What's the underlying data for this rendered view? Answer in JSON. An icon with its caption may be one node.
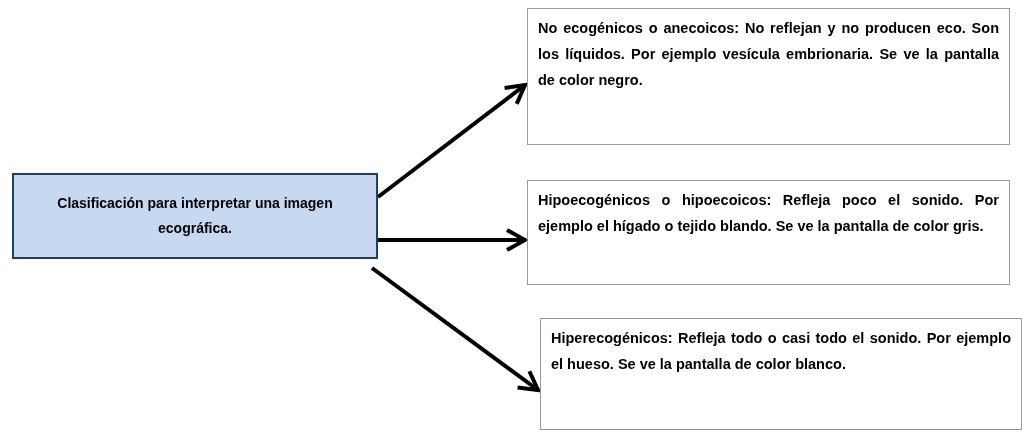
{
  "diagram": {
    "nodes": [
      {
        "text": [
          "Clasificación para interpretar una imagen ecográfica."
        ]
      },
      {
        "text": [
          "No ecogénicos o anecoicos: No reflejan y no producen eco. Son los líquidos. Por ejemplo vesícula embrionaria. Se ve la pantalla de color negro."
        ]
      },
      {
        "text": [
          "Hipoecogénicos o hipoecoicos: Refleja poco el sonido. Por ejemplo el hígado o tejido blando. Se ve la pantalla de color gris."
        ]
      },
      {
        "text": [
          "Hiperecogénicos: Refleja todo o casi todo el sonido. Por ejemplo el hueso. Se ve la pantalla de color blanco."
        ]
      }
    ],
    "edges": [
      {
        "from": 0,
        "to": 1,
        "arrow": "to"
      },
      {
        "from": 0,
        "to": 2,
        "arrow": "to"
      },
      {
        "from": 0,
        "to": 3,
        "arrow": "to"
      }
    ]
  }
}
